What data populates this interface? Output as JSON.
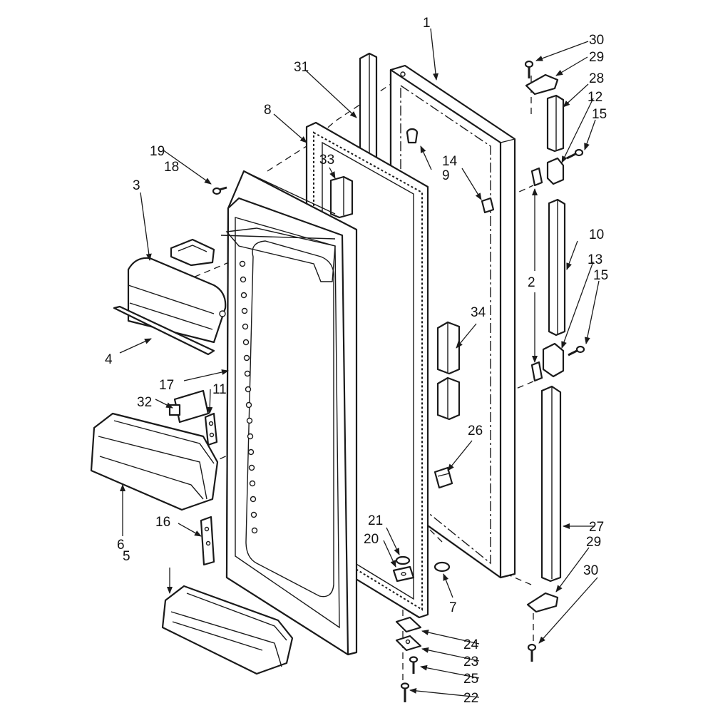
{
  "diagram": {
    "colors": {
      "ink": "#1a1a1a",
      "paper": "#ffffff"
    },
    "callouts": {
      "p1": "1",
      "p2": "2",
      "p3": "3",
      "p4": "4",
      "p5": "5",
      "p6": "6",
      "p7": "7",
      "p8": "8",
      "p9": "9",
      "p10": "10",
      "p11": "11",
      "p12": "12",
      "p13": "13",
      "p14": "14",
      "p15a": "15",
      "p15b": "15",
      "p16": "16",
      "p17": "17",
      "p18": "18",
      "p19": "19",
      "p20": "20",
      "p21": "21",
      "p22": "22",
      "p23": "23",
      "p24": "24",
      "p25": "25",
      "p26": "26",
      "p27": "27",
      "p28": "28",
      "p29a": "29",
      "p29b": "29",
      "p30a": "30",
      "p30b": "30",
      "p31": "31",
      "p32": "32",
      "p33": "33",
      "p34": "34"
    }
  }
}
